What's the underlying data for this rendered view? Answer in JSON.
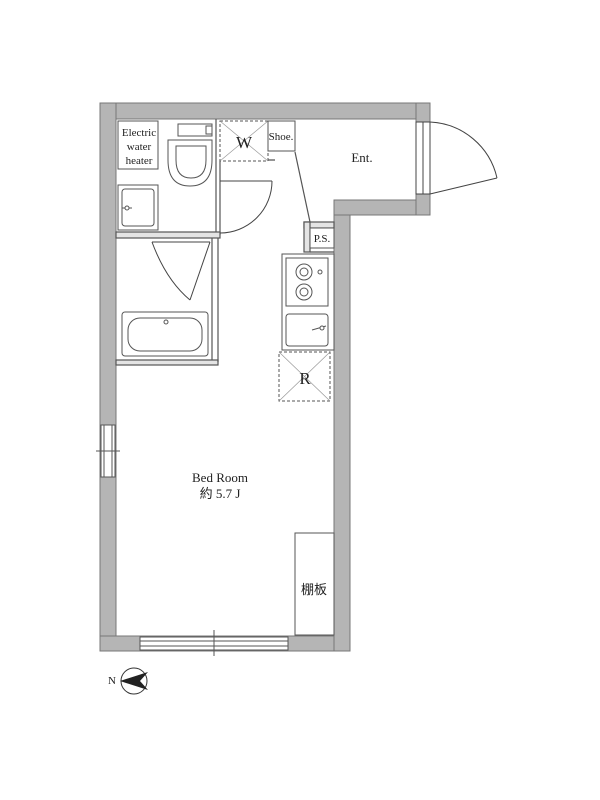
{
  "labels": {
    "water_heater": [
      "Electric",
      "water",
      "heater"
    ],
    "washer": "W",
    "shoe": "Shoe.",
    "entrance": "Ent.",
    "pipe_space": "P.S.",
    "refrigerator": "R",
    "bedroom_name": "Bed Room",
    "bedroom_size": "約 5.7 J",
    "shelf": "棚板",
    "north": "N"
  }
}
